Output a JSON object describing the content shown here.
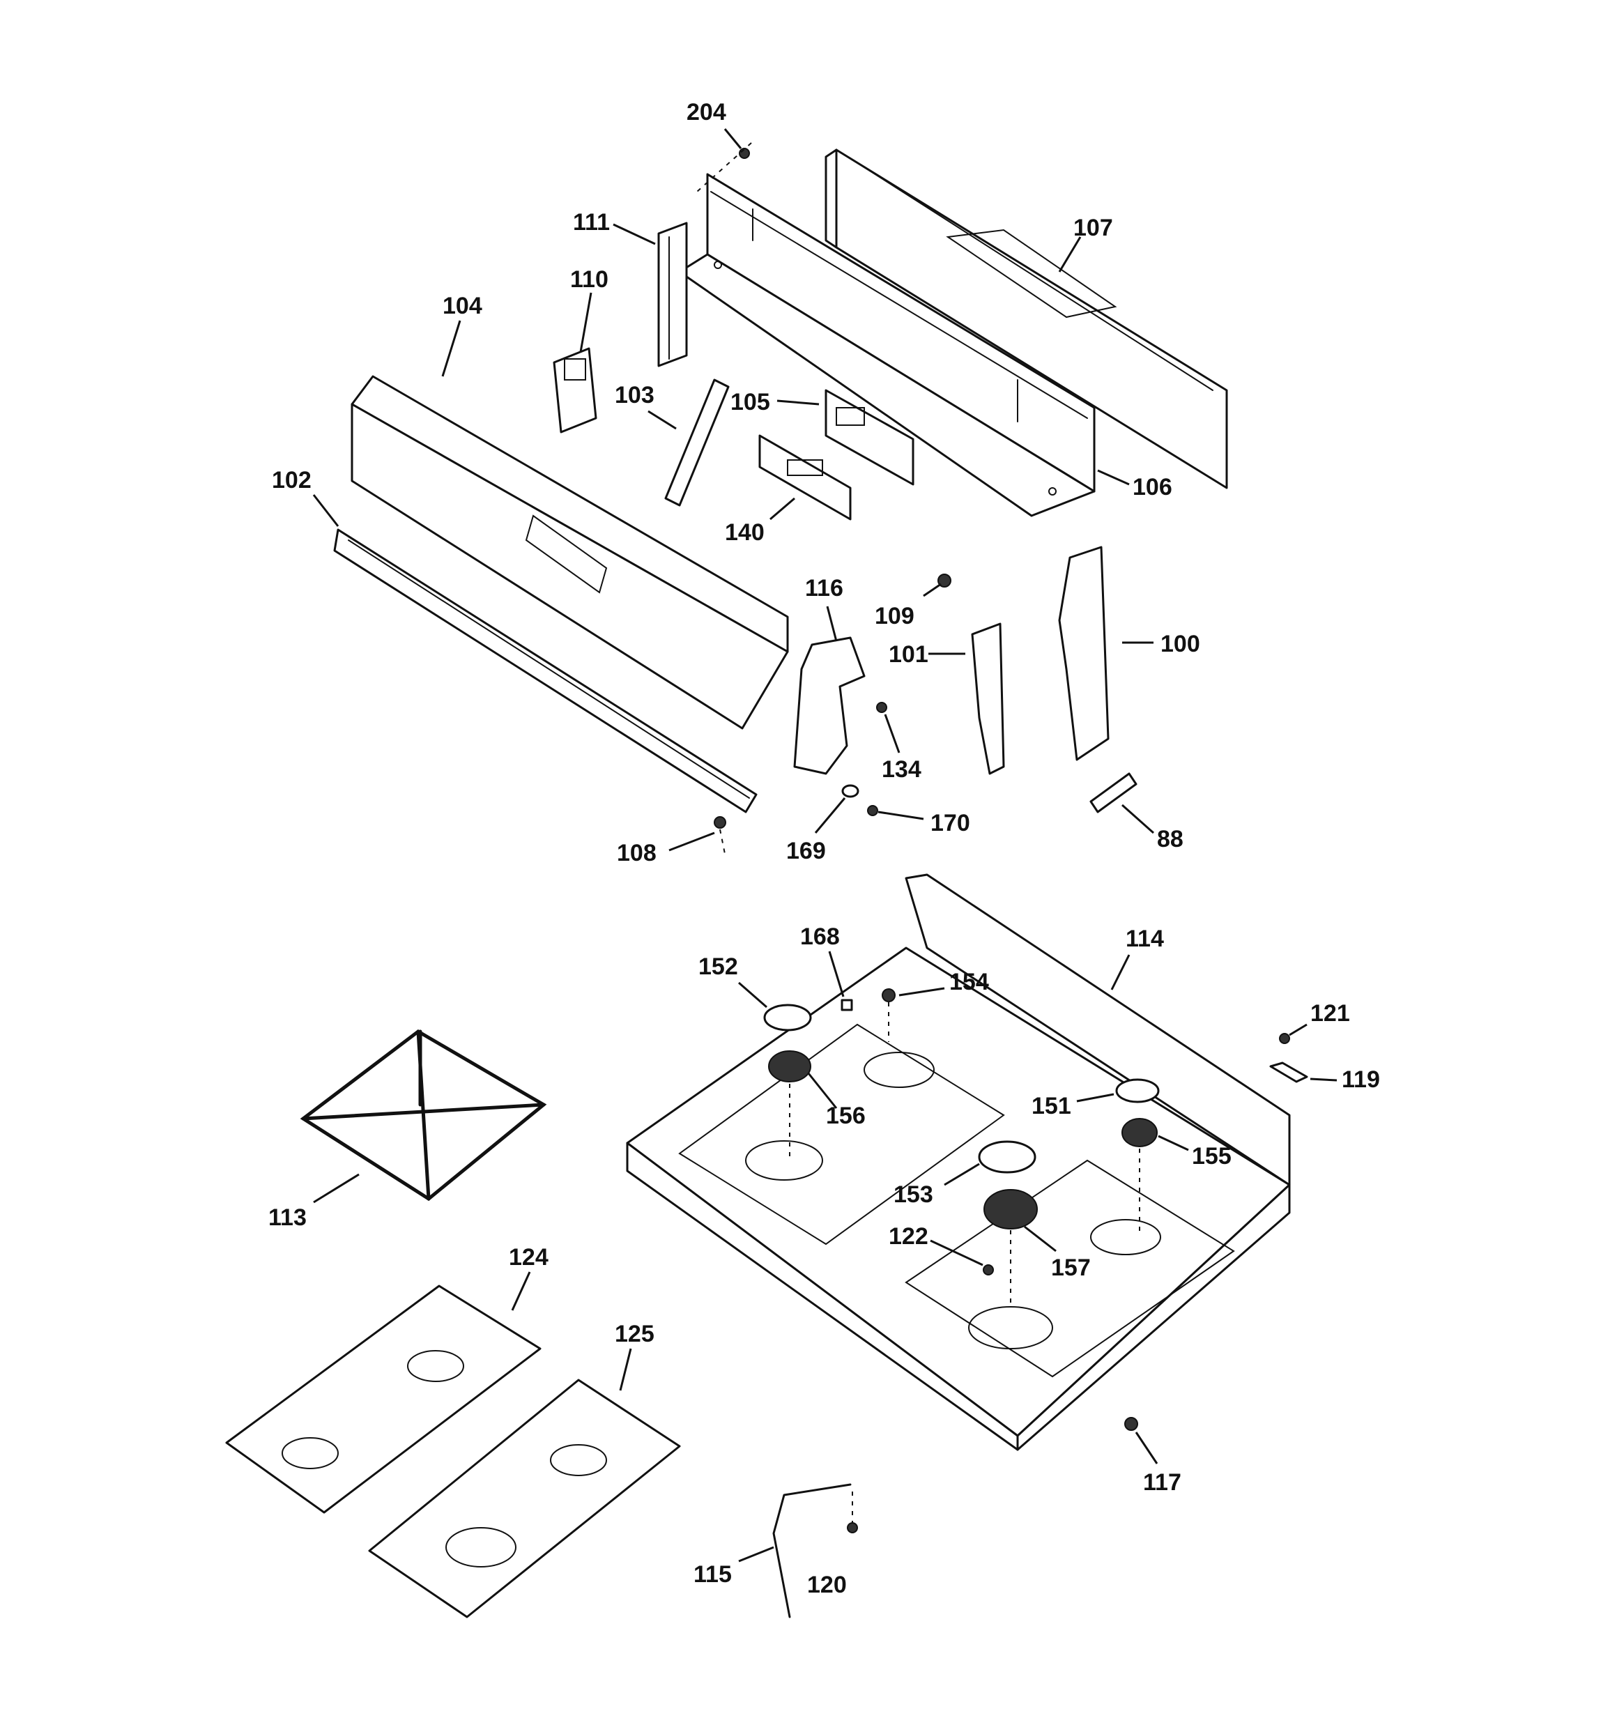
{
  "labels": {
    "p204": "204",
    "p111": "111",
    "p107": "107",
    "p110": "110",
    "p104": "104",
    "p103": "103",
    "p105": "105",
    "p102": "102",
    "p106": "106",
    "p140": "140",
    "p116": "116",
    "p109": "109",
    "p100": "100",
    "p101": "101",
    "p134": "134",
    "p170": "170",
    "p108": "108",
    "p169": "169",
    "p88": "88",
    "p168": "168",
    "p114": "114",
    "p152": "152",
    "p154": "154",
    "p121": "121",
    "p119": "119",
    "p156": "156",
    "p151": "151",
    "p155": "155",
    "p113": "113",
    "p153": "153",
    "p122": "122",
    "p157": "157",
    "p124": "124",
    "p125": "125",
    "p117": "117",
    "p115": "115",
    "p120": "120"
  }
}
